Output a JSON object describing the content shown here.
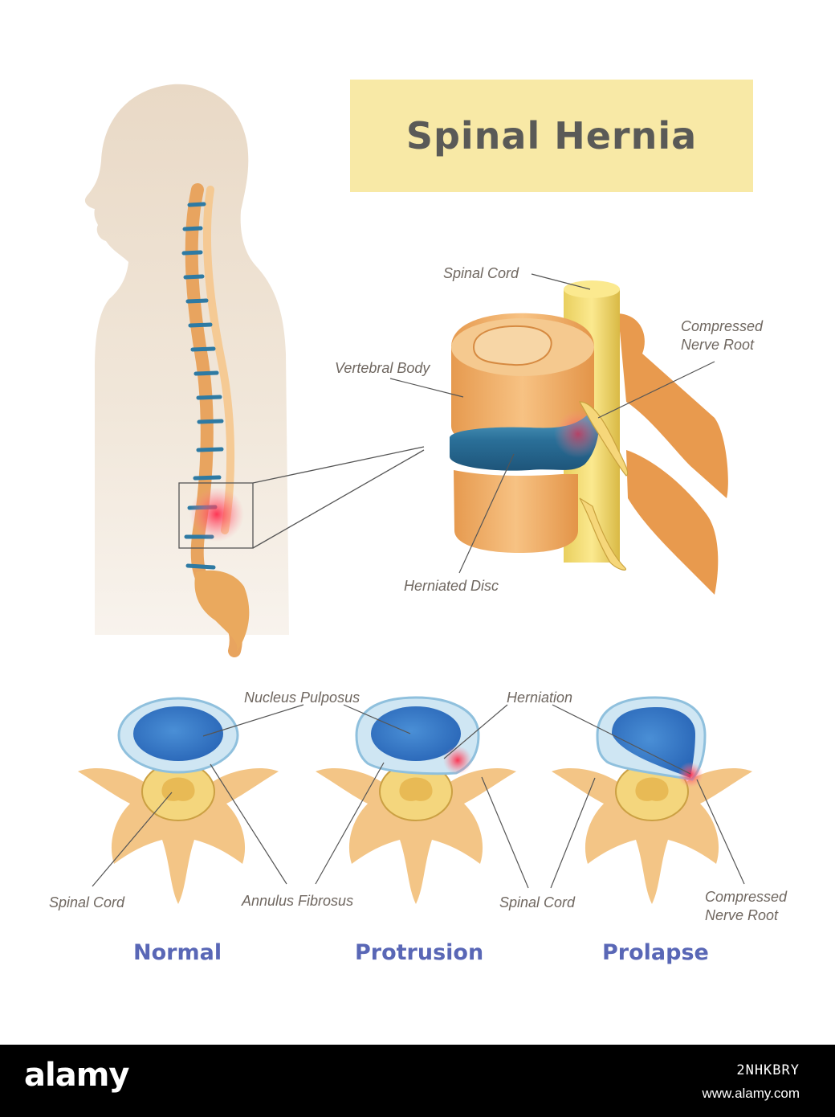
{
  "title": "Spinal Hernia",
  "labels": {
    "spinal_cord_top": "Spinal Cord",
    "vertebral_body": "Vertebral Body",
    "compressed_nerve_root_top": "Compressed\nNerve Root",
    "herniated_disc": "Herniated Disc",
    "nucleus_pulposus": "Nucleus Pulposus",
    "herniation": "Herniation",
    "spinal_cord_left": "Spinal Cord",
    "annulus_fibrosus": "Annulus Fibrosus",
    "spinal_cord_mid": "Spinal Cord",
    "compressed_nerve_root_bottom": "Compressed\nNerve Root"
  },
  "stages": [
    "Normal",
    "Protrusion",
    "Prolapse"
  ],
  "footer": {
    "brand": "alamy",
    "image_code": "2NHKBRY",
    "url": "www.alamy.com"
  },
  "colors": {
    "bone": "#f2b36d",
    "disc": "#2f7fa8",
    "pain": "#f0405a",
    "title_bg": "#f8e9a6",
    "stage_text": "#5967b6"
  }
}
